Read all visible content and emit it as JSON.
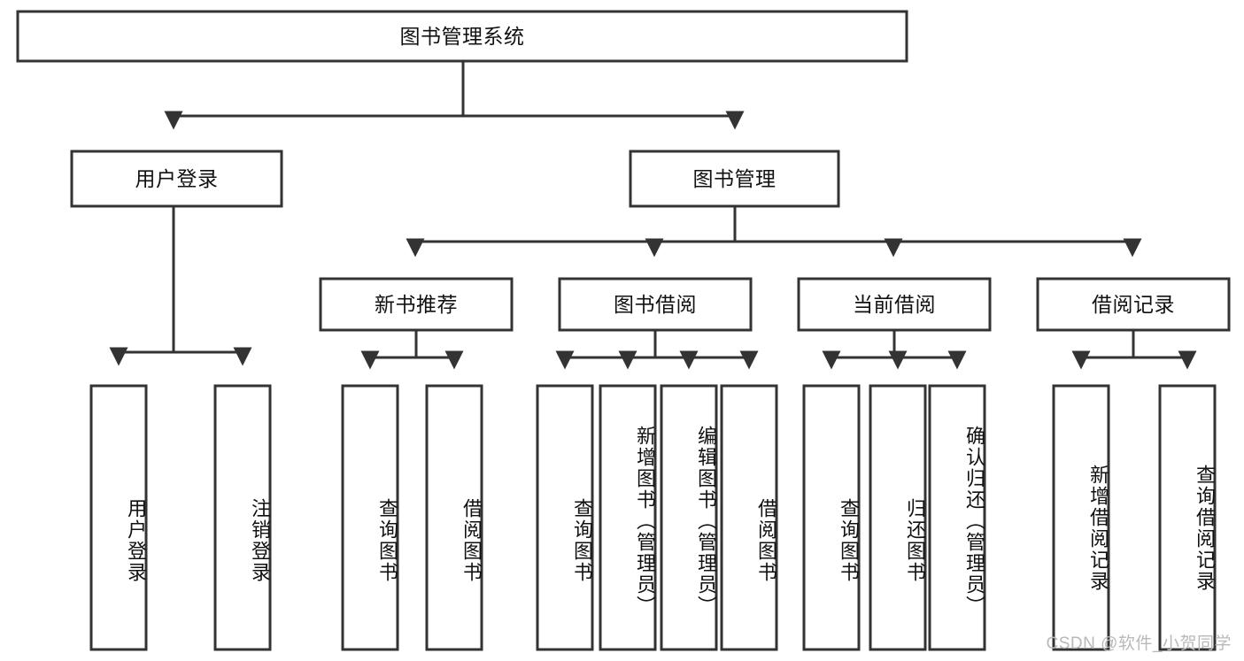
{
  "diagram": {
    "title": "图书管理系统",
    "watermark": "CSDN @软件_小贺同学",
    "orientation": "top-down tree",
    "edge_style": "orthogonal-with-arrowheads",
    "colors": {
      "box_stroke": "#333333",
      "box_fill": "#ffffff",
      "text": "#111111",
      "background": "#ffffff",
      "watermark": "#b9b9b9"
    },
    "root": {
      "id": "root",
      "label": "图书管理系统"
    },
    "level2": [
      {
        "id": "user-login",
        "label": "用户登录"
      },
      {
        "id": "book-manage",
        "label": "图书管理"
      }
    ],
    "level3": [
      {
        "id": "new-book-recommend",
        "label": "新书推荐",
        "parent": "book-manage"
      },
      {
        "id": "book-borrow",
        "label": "图书借阅",
        "parent": "book-manage"
      },
      {
        "id": "current-borrow",
        "label": "当前借阅",
        "parent": "book-manage"
      },
      {
        "id": "borrow-record",
        "label": "借阅记录",
        "parent": "book-manage"
      }
    ],
    "leaves": {
      "user-login": [
        {
          "id": "leaf-user-login",
          "label": "用户登录"
        },
        {
          "id": "leaf-user-logout",
          "label": "注销登录"
        }
      ],
      "new-book-recommend": [
        {
          "id": "leaf-query-book-1",
          "label": "查询图书"
        },
        {
          "id": "leaf-borrow-book-1",
          "label": "借阅图书"
        }
      ],
      "book-borrow": [
        {
          "id": "leaf-query-book-2",
          "label": "查询图书"
        },
        {
          "id": "leaf-add-book",
          "label": "新增图书（管理员）"
        },
        {
          "id": "leaf-edit-book",
          "label": "编辑图书（管理员）"
        },
        {
          "id": "leaf-borrow-book-2",
          "label": "借阅图书"
        }
      ],
      "current-borrow": [
        {
          "id": "leaf-query-book-3",
          "label": "查询图书"
        },
        {
          "id": "leaf-return-book",
          "label": "归还图书"
        },
        {
          "id": "leaf-confirm-return",
          "label": "确认归还（管理员）"
        }
      ],
      "borrow-record": [
        {
          "id": "leaf-add-record",
          "label": "新增借阅记录"
        },
        {
          "id": "leaf-query-record",
          "label": "查询借阅记录"
        }
      ]
    }
  }
}
